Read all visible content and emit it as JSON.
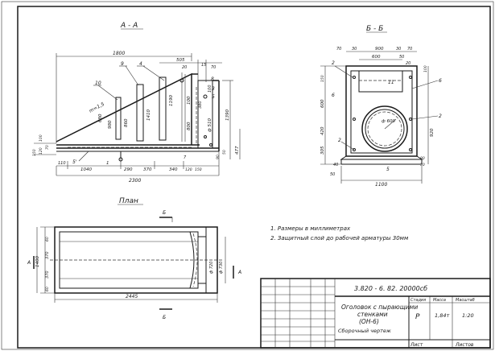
{
  "views": {
    "section_aa": {
      "title": "А - А",
      "dims": {
        "total_top": "1800",
        "right_505": "505",
        "d20": "20",
        "d15": "15",
        "d70": "70",
        "h980": "980",
        "h860": "860",
        "h1410": "1410",
        "h1190": "1190",
        "h680": "680",
        "h800": "800",
        "h650": "650",
        "h1390": "1390",
        "h477": "477",
        "h100a": "100",
        "h100b": "100",
        "h100c": "100",
        "h380": "380",
        "h120": "120",
        "h70a": "70",
        "h50": "50",
        "h150": "150",
        "h90": "90",
        "b110": "110",
        "b1040": "1040",
        "b1": "1",
        "b290": "290",
        "b370": "370",
        "b340": "340",
        "b120": "120",
        "b150": "150",
        "b2300": "2300",
        "slope": "m=1,5",
        "phi": "ф 510",
        "l7": "7"
      },
      "leaders": [
        "9",
        "4",
        "10",
        "8",
        "3",
        "5",
        "7",
        "5'"
      ]
    },
    "section_bb": {
      "title": "Б - Б",
      "dims": {
        "t70": "70",
        "t30": "30",
        "t900": "900",
        "t30b": "30",
        "t70b": "70",
        "t600": "600",
        "t50": "50",
        "t20": "20",
        "t150": "150",
        "l600": "600",
        "l420": "420",
        "l305": "305",
        "l40": "40",
        "l50": "50",
        "r100": "100",
        "r920": "920",
        "r80": "80",
        "r30": "30",
        "phi": "ф 600",
        "total": "1100"
      },
      "leaders": [
        "2",
        "6",
        "11",
        "6",
        "2",
        "2",
        "5"
      ]
    },
    "plan": {
      "title": "План",
      "dims": {
        "h1400": "1400",
        "h370a": "370",
        "h370b": "370",
        "v60a": "60",
        "v60b": "60",
        "phi720": "ф 720",
        "phi730": "ф 730",
        "length": "2445"
      },
      "cut_left": "А",
      "cut_right": "А",
      "cut_top": "Б",
      "cut_bottom": "Б"
    }
  },
  "notes": [
    "1. Размеры в миллиметрах",
    "2. Защитный слой до рабочей арматуры 30мм"
  ],
  "stamp": {
    "code": "3.820 - 6. 82. 20000сб",
    "title_lines": [
      "Оголовок с пырающими",
      "стенками",
      "(ОН-6)"
    ],
    "sub": "Сборочный чертеж",
    "col_headers": [
      "Стадия",
      "Масса",
      "Масштаб"
    ],
    "stage": "Р",
    "mass": "1,84т",
    "scale": "1:20",
    "sheet_label": "Лист",
    "sheets_label": "Листов"
  }
}
